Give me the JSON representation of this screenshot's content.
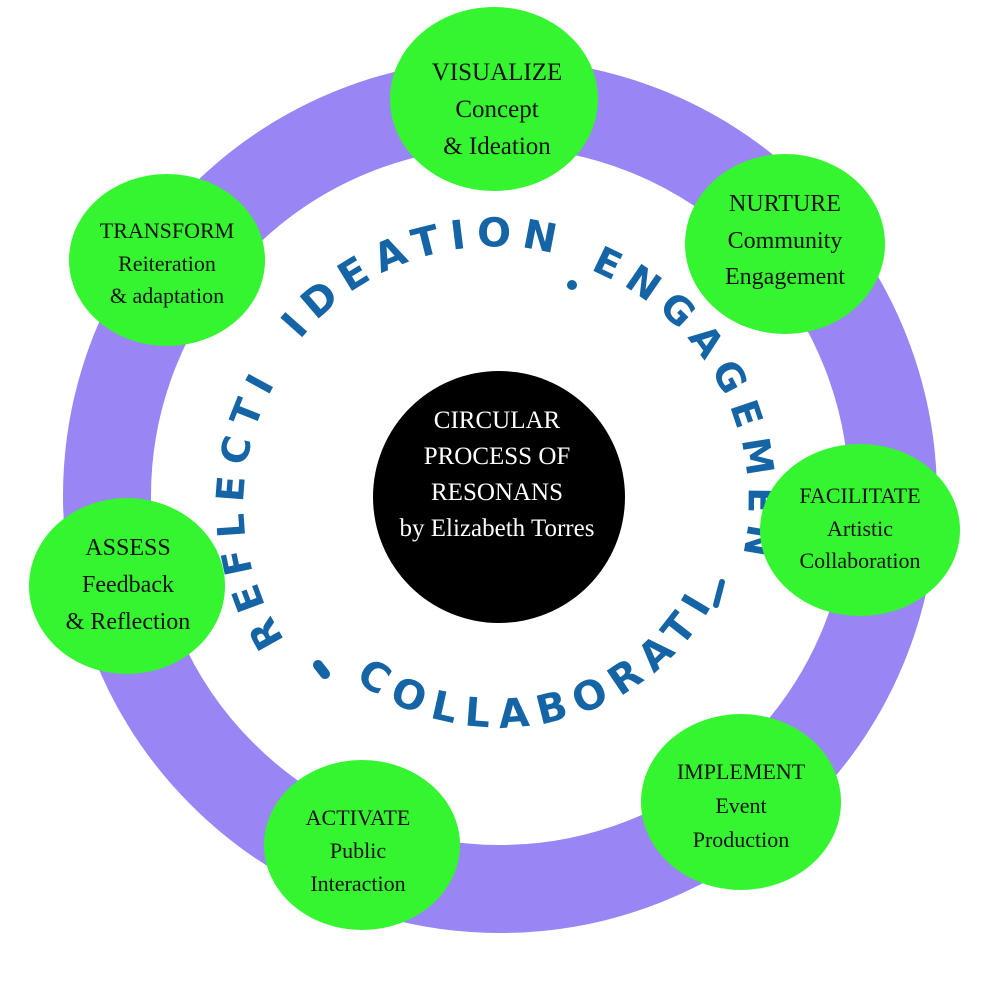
{
  "colors": {
    "ring": "#9a85f4",
    "node_fill": "#35f531",
    "center_fill": "#000000",
    "center_text": "#ffffff",
    "node_text": "#111111",
    "handwriting": "#1565a6"
  },
  "center": {
    "lines": [
      "CIRCULAR",
      "PROCESS OF",
      "RESONANS",
      "by Elizabeth Torres"
    ]
  },
  "stages": [
    {
      "id": "visualize",
      "title": "VISUALIZE",
      "lines": [
        "Concept",
        "& Ideation"
      ]
    },
    {
      "id": "nurture",
      "title": "NURTURE",
      "lines": [
        "Community",
        "Engagement"
      ]
    },
    {
      "id": "facilitate",
      "title": "FACILITATE",
      "lines": [
        "Artistic",
        "Collaboration"
      ]
    },
    {
      "id": "implement",
      "title": "IMPLEMENT",
      "lines": [
        "Event",
        "Production"
      ]
    },
    {
      "id": "activate",
      "title": "ACTIVATE",
      "lines": [
        "Public",
        "Interaction"
      ]
    },
    {
      "id": "assess",
      "title": "ASSESS",
      "lines": [
        "Feedback",
        "& Reflection"
      ]
    },
    {
      "id": "transform",
      "title": "TRANSFORM",
      "lines": [
        "Reiteration",
        "& adaptation"
      ]
    }
  ],
  "inner_words": [
    {
      "id": "ideation",
      "text": "IDEATION"
    },
    {
      "id": "engagement",
      "text": "ENGAGEMENT"
    },
    {
      "id": "collaboration",
      "text": "COLLABORATION"
    },
    {
      "id": "reflection",
      "text": "REFLECTION"
    }
  ],
  "separator": "•"
}
